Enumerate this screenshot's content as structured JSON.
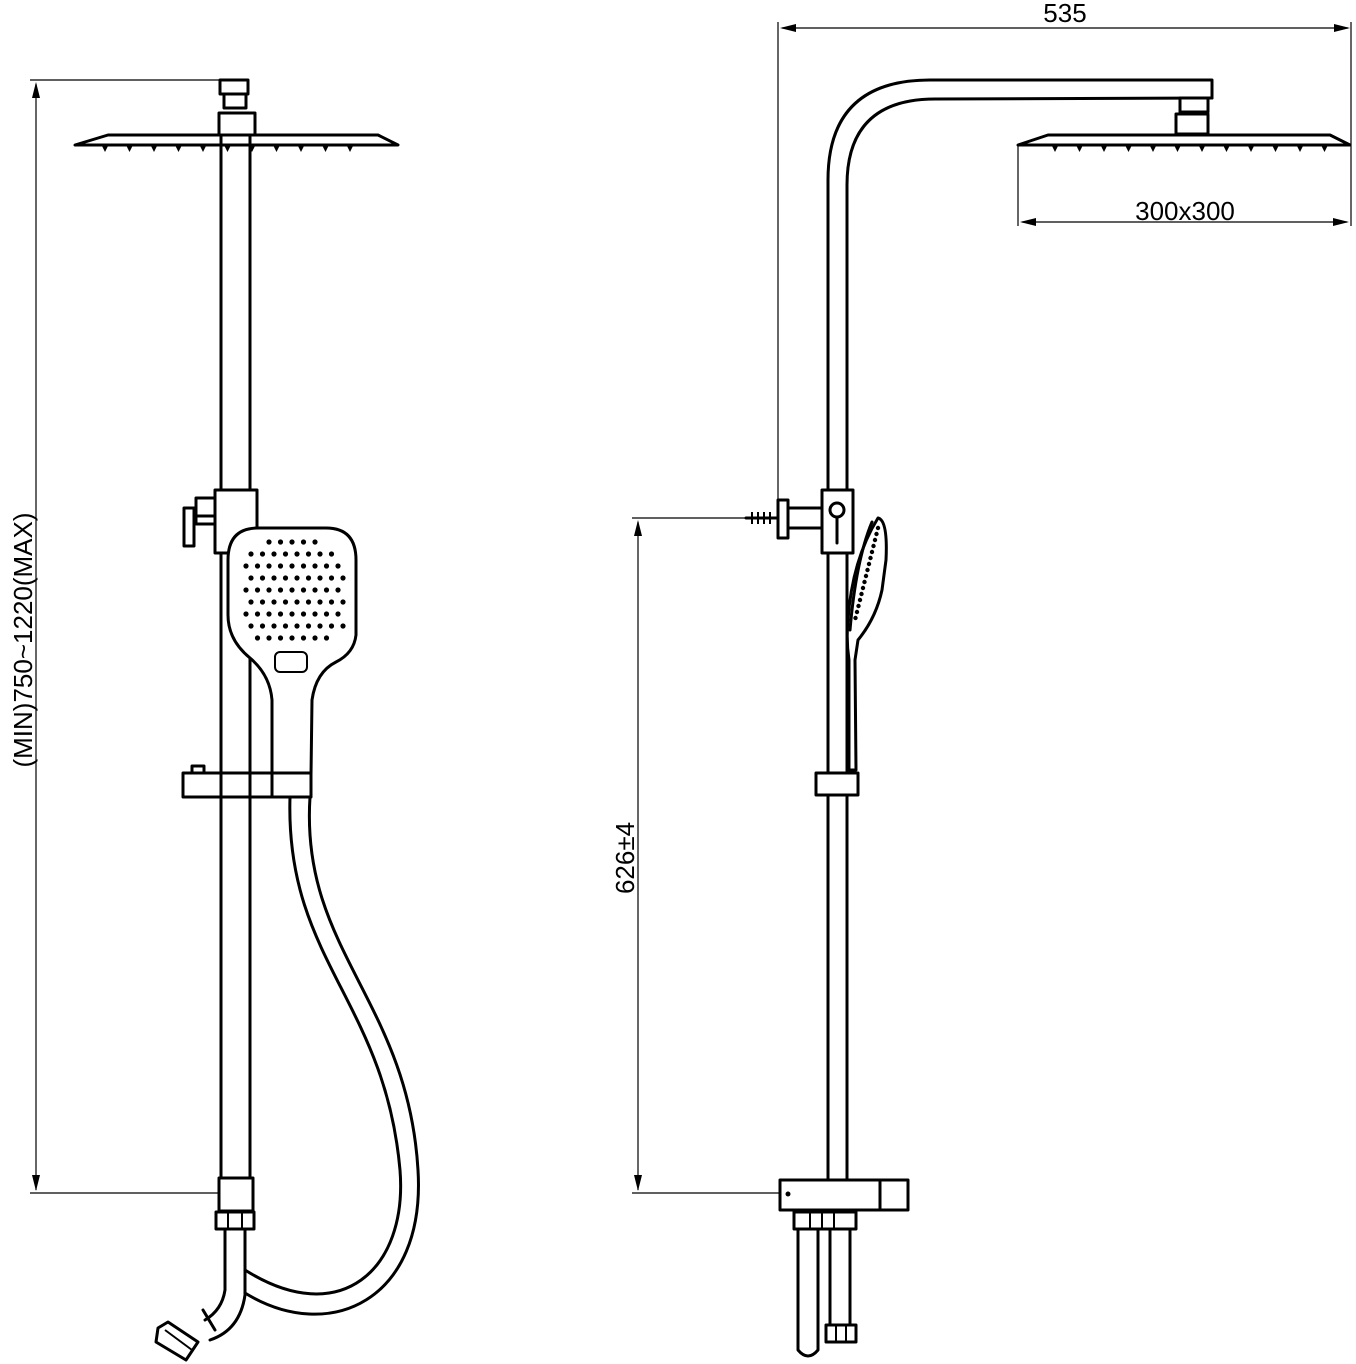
{
  "dimensions": {
    "height_range": "(MIN)750~1220(MAX)",
    "total_width": "535",
    "head_size": "300x300",
    "outlet_height": "626±4"
  },
  "colors": {
    "line": "#000000",
    "background": "#ffffff"
  }
}
